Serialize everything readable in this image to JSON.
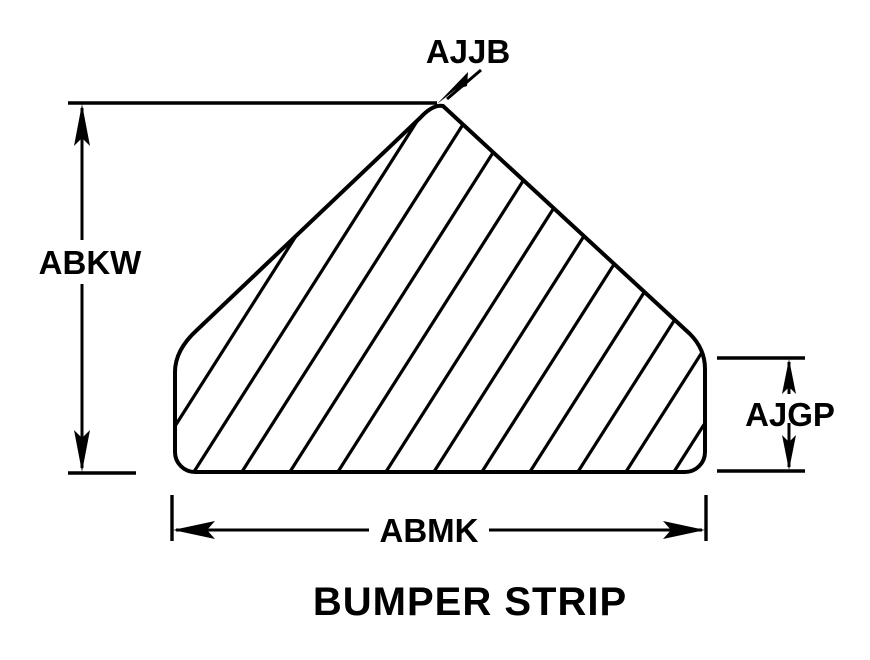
{
  "drawing": {
    "title": "BUMPER STRIP",
    "background_color": "#ffffff",
    "line_color": "#000000",
    "part_outline_name": "bumper-strip-cross-section",
    "hatching": "45-degree-section-hatch"
  },
  "dimensions": {
    "height": {
      "code": "ABKW",
      "orientation": "vertical",
      "position": "left",
      "description": "overall height from base to apex"
    },
    "width": {
      "code": "ABMK",
      "orientation": "horizontal",
      "position": "bottom",
      "description": "overall base width"
    },
    "side_height": {
      "code": "AJGP",
      "orientation": "vertical",
      "position": "right",
      "description": "vertical side wall height"
    },
    "apex": {
      "code": "AJJB",
      "orientation": "leader",
      "position": "top",
      "description": "apex angle callout"
    }
  }
}
